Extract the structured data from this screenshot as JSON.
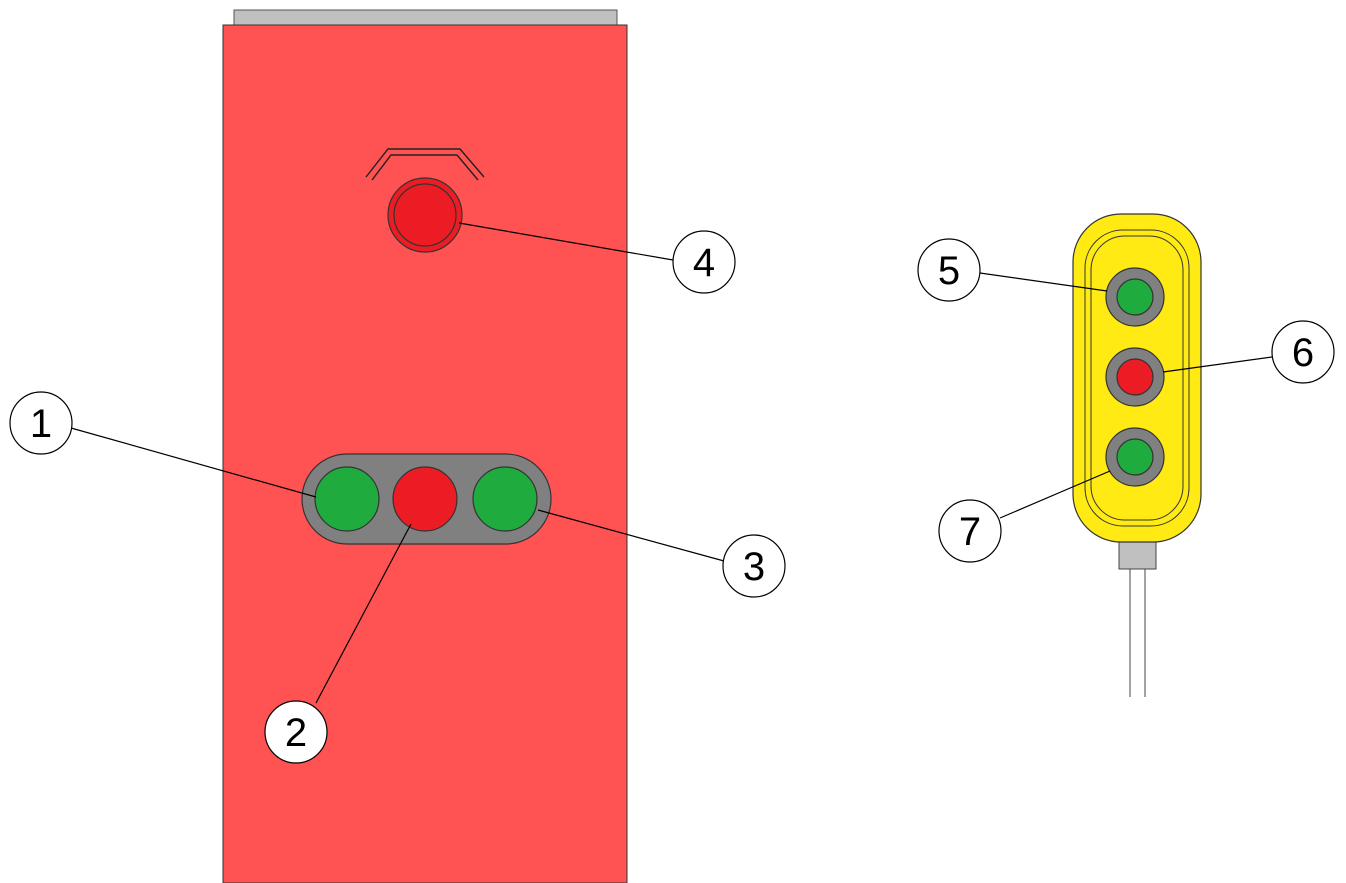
{
  "colors": {
    "panel_red": "#ff5252",
    "mushroom_red": "#ec1c24",
    "button_green": "#1fab3e",
    "button_gray": "#808080",
    "pendant_yellow": "#ffeb13",
    "top_strip": "#c0c0c0",
    "cable_gray": "#c0c0c0"
  },
  "panel": {
    "emergency_stop_icon": "mushroom-stop-icon",
    "button_bar": [
      "green",
      "red",
      "green"
    ]
  },
  "pendant": {
    "buttons": [
      "green",
      "red",
      "green"
    ]
  },
  "callouts": [
    {
      "label": "1"
    },
    {
      "label": "2"
    },
    {
      "label": "3"
    },
    {
      "label": "4"
    },
    {
      "label": "5"
    },
    {
      "label": "6"
    },
    {
      "label": "7"
    }
  ]
}
